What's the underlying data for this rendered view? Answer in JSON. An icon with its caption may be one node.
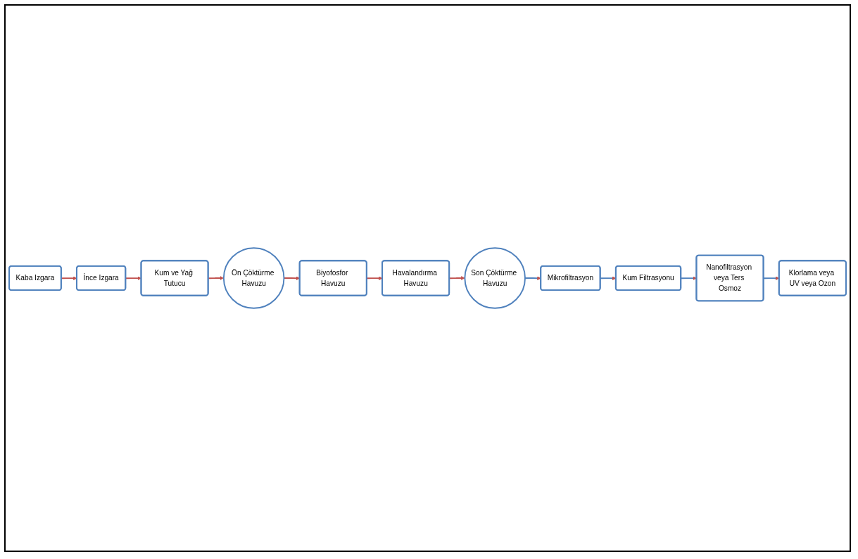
{
  "diagram": {
    "nodes": [
      {
        "text": [
          "Kaba Izgara"
        ]
      },
      {
        "text": [
          "İnce Izgara"
        ]
      },
      {
        "text": [
          "Kum ve Yağ Tutucu"
        ]
      },
      {
        "text": [
          "Ön Çöktürme Havuzu"
        ]
      },
      {
        "text": [
          "Biyofosfor Havuzu"
        ]
      },
      {
        "text": [
          "Havalandırma Havuzu"
        ]
      },
      {
        "text": [
          "Son Çöktürme Havuzu"
        ]
      },
      {
        "text": [
          "Mikrofiltrasyon"
        ]
      },
      {
        "text": [
          "Kum Filtrasyonu"
        ]
      },
      {
        "text": [
          "Nanofiltrasyon veya Ters Osmoz"
        ]
      },
      {
        "text": [
          "Klorlama veya UV veya Ozon"
        ]
      }
    ],
    "edges": [
      {
        "from": 0,
        "to": 1,
        "arrow": "to"
      },
      {
        "from": 1,
        "to": 2,
        "arrow": "to"
      },
      {
        "from": 2,
        "to": 3,
        "arrow": "to"
      },
      {
        "from": 3,
        "to": 4,
        "arrow": "to"
      },
      {
        "from": 4,
        "to": 5,
        "arrow": "to"
      },
      {
        "from": 5,
        "to": 6,
        "arrow": "to"
      },
      {
        "from": 6,
        "to": 7,
        "arrow": "to",
        "color": "#4f81bd"
      },
      {
        "from": 7,
        "to": 8,
        "arrow": "to",
        "color": "#4f81bd"
      },
      {
        "from": 8,
        "to": 9,
        "arrow": "to",
        "color": "#4f81bd"
      },
      {
        "from": 9,
        "to": 10,
        "arrow": "to",
        "color": "#4f81bd"
      }
    ]
  }
}
